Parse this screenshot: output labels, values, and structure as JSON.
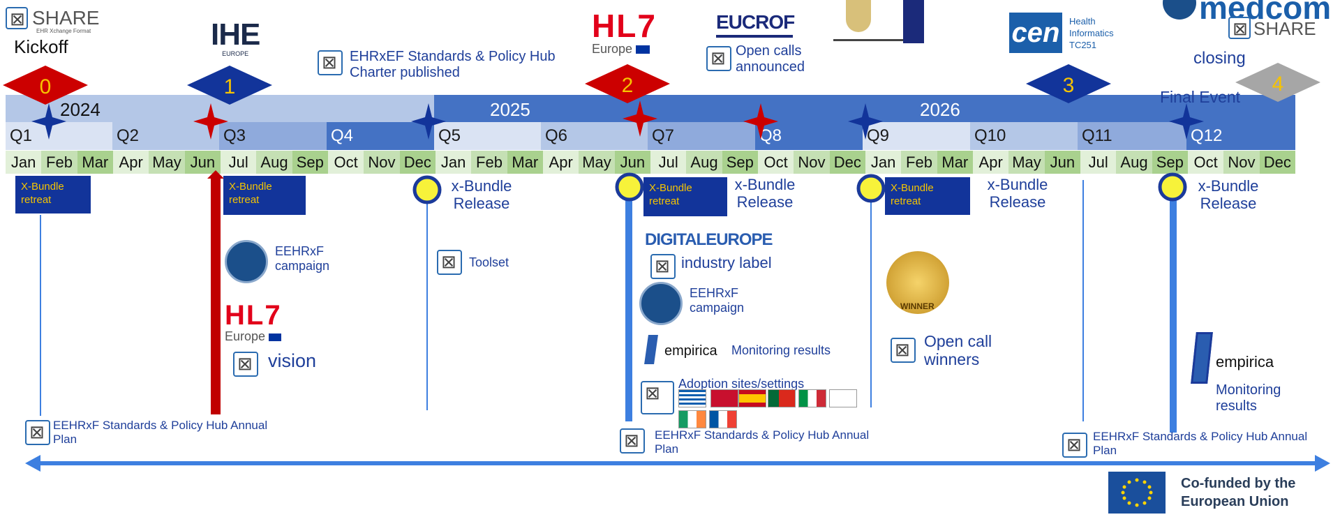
{
  "header": {
    "kickoff": "Kickoff",
    "closing": "closing",
    "final_event": "Final Event",
    "share_logo_text": "SHARE",
    "share_logo_sub": "EHR Xchange Format",
    "ihe_logo": "IHE",
    "ihe_sub": "EUROPE",
    "hl7_logo": "HL7",
    "hl7_sub": "Europe",
    "eucrof_logo": "EUCROF",
    "charter_text": "EHRxEF Standards & Policy Hub Charter published",
    "open_calls_text": "Open calls announced",
    "cen_logo": "cen",
    "cen_text": "Health Informatics TC251",
    "medcom_logo": "medcom"
  },
  "milestones": [
    {
      "number": "0",
      "color": "#cc0000"
    },
    {
      "number": "1",
      "color": "#12349a"
    },
    {
      "number": "2",
      "color": "#cc0000"
    },
    {
      "number": "3",
      "color": "#12349a"
    },
    {
      "number": "4",
      "color": "#a6a6a6"
    }
  ],
  "timeline": {
    "years": [
      "2024",
      "2025",
      "2026"
    ],
    "quarters": [
      "Q1",
      "Q2",
      "Q3",
      "Q4",
      "Q5",
      "Q6",
      "Q7",
      "Q8",
      "Q9",
      "Q10",
      "Q11",
      "Q12"
    ],
    "months": [
      "Jan",
      "Feb",
      "Mar",
      "Apr",
      "May",
      "Jun",
      "Jul",
      "Aug",
      "Sep",
      "Oct",
      "Nov",
      "Dec",
      "Jan",
      "Feb",
      "Mar",
      "Apr",
      "May",
      "Jun",
      "Jul",
      "Aug",
      "Sep",
      "Oct",
      "Nov",
      "Dec",
      "Jan",
      "Feb",
      "Mar",
      "Apr",
      "May",
      "Jun",
      "Jul",
      "Aug",
      "Sep",
      "Oct",
      "Nov",
      "Dec"
    ]
  },
  "events": {
    "bundle_retreat": "X-Bundle retreat",
    "bundle_release": "x-Bundle Release",
    "eehrxf_campaign": "EEHRxF campaign",
    "vision": "vision",
    "toolset": "Toolset",
    "digitaleurope": "DIGITALEUROPE",
    "industry_label": "industry label",
    "monitoring_results": "Monitoring results",
    "adoption_sites": "Adoption sites/settings",
    "open_call_winners": "Open call winners",
    "winner_badge": "WINNER",
    "annual_plan": "EEHRxF Standards & Policy Hub Annual Plan",
    "empirica": "empirica"
  },
  "footer": {
    "eu_text": "Co-funded by the European Union"
  },
  "colors": {
    "dark_blue": "#12349a",
    "mid_blue": "#4472c4",
    "light_blue": "#b4c7e7",
    "red": "#cc0000",
    "green_dark": "#a9d18e",
    "green_light": "#e2f0d9",
    "arrow_blue": "#3d7fe0",
    "bundle_yellow": "#f5c400"
  }
}
